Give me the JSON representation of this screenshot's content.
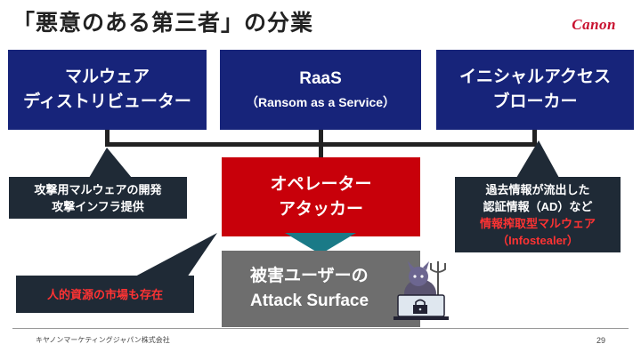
{
  "header": {
    "title": "「悪意のある第三者」の分業",
    "logo": "Canon"
  },
  "top_boxes": {
    "malware": {
      "line1": "マルウェア",
      "line2": "ディストリビューター"
    },
    "raas": {
      "line1": "RaaS",
      "sub": "（Ransom as a Service）"
    },
    "iab": {
      "line1": "イニシャルアクセス",
      "line2": "ブローカー"
    }
  },
  "operator_box": {
    "line1": "オペレーター",
    "line2": "アタッカー"
  },
  "target_box": {
    "line1": "被害ユーザーの",
    "line2": "Attack Surface"
  },
  "callouts": {
    "left": {
      "line1": "攻撃用マルウェアの開発",
      "line2": "攻撃インフラ提供"
    },
    "right": {
      "line1": "過去情報が流出した",
      "line2": "認証情報（AD）など",
      "line3": "情報搾取型マルウェア",
      "line4": "（Infostealer）"
    },
    "bottom": {
      "line1": "人的資源の市場も存在"
    }
  },
  "colors": {
    "navy": "#17247a",
    "red": "#c8000a",
    "gray": "#6e6e6e",
    "callout": "#1f2a36",
    "arrow": "#1a7a87",
    "highlight_text": "#ff3333"
  },
  "icons": [
    "devil-hacker-icon",
    "padlock-laptop-icon"
  ],
  "footer": {
    "company": "キヤノンマーケティングジャパン株式会社",
    "page": "29"
  }
}
